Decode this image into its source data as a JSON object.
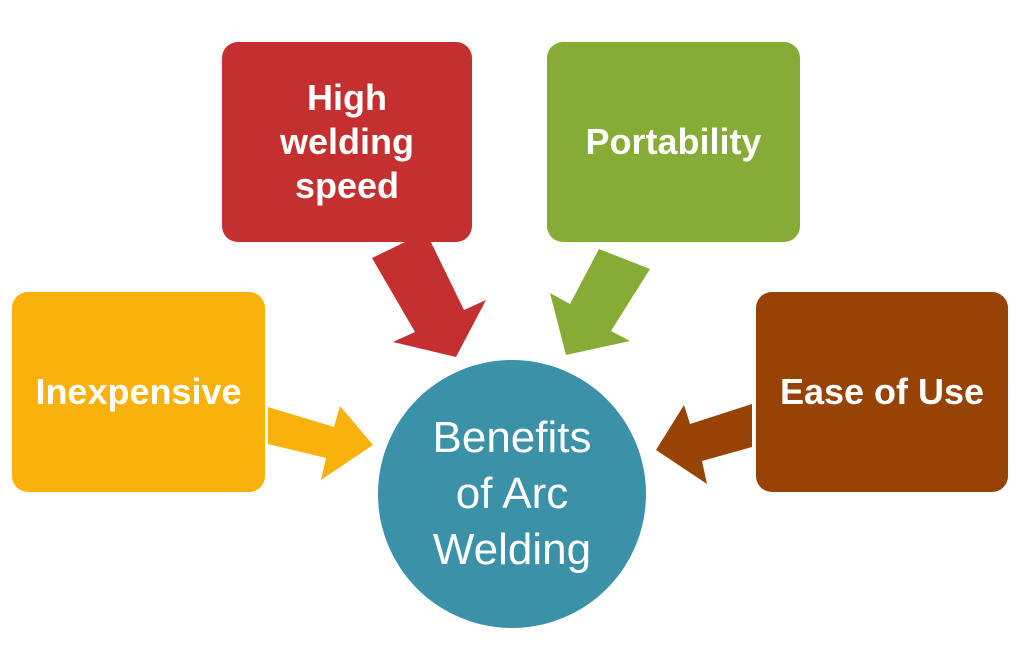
{
  "diagram": {
    "center": {
      "label_lines": [
        "Benefits",
        "of Arc",
        "Welding"
      ],
      "color": "#3A91A8"
    },
    "nodes": [
      {
        "id": "speed",
        "label_lines": [
          "High",
          "welding",
          "speed"
        ],
        "color": "#C3302F"
      },
      {
        "id": "portability",
        "label_lines": [
          "Portability"
        ],
        "color": "#86AC35"
      },
      {
        "id": "inexpensive",
        "label_lines": [
          "Inexpensive"
        ],
        "color": "#F9B20B"
      },
      {
        "id": "ease",
        "label_lines": [
          "Ease of Use"
        ],
        "color": "#974305"
      }
    ]
  }
}
